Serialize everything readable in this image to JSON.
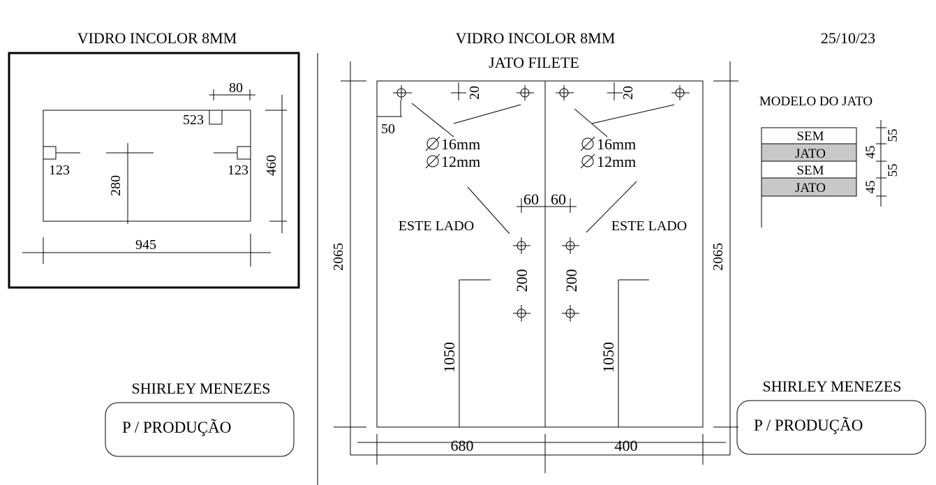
{
  "date": "25/10/23",
  "left_panel": {
    "title": "VIDRO INCOLOR 8MM",
    "dims": {
      "width": "945",
      "height": "460",
      "notch_width": "80",
      "notch_offset": "523",
      "left_notch": "123",
      "right_notch": "123",
      "center_height": "280"
    }
  },
  "main_panel": {
    "title": "VIDRO INCOLOR 8MM",
    "subtitle": "JATO FILETE",
    "dims": {
      "height_left": "2065",
      "height_right": "2065",
      "left_width": "680",
      "right_width": "400",
      "edge_offset": "50",
      "top_offset_left": "20",
      "top_offset_right": "20",
      "center_left": "60",
      "center_right": "60",
      "hole_spacing_left": "200",
      "hole_spacing_right": "200",
      "handle_height_left": "1050",
      "handle_height_right": "1050"
    },
    "hole_sizes_left": [
      "16mm",
      "12mm"
    ],
    "hole_sizes_right": [
      "16mm",
      "12mm"
    ],
    "side_label_left": "ESTE LADO",
    "side_label_right": "ESTE LADO"
  },
  "jet_model": {
    "title": "MODELO DO JATO",
    "rows": [
      {
        "label": "SEM",
        "size": "55",
        "shaded": false
      },
      {
        "label": "JATO",
        "size": "45",
        "shaded": true
      },
      {
        "label": "SEM",
        "size": "55",
        "shaded": false
      },
      {
        "label": "JATO",
        "size": "45",
        "shaded": true
      }
    ]
  },
  "client_left": {
    "name": "SHIRLEY MENEZES",
    "note": "P / PRODUÇÃO"
  },
  "client_right": {
    "name": "SHIRLEY MENEZES",
    "note": "P / PRODUÇÃO"
  },
  "colors": {
    "shade": "#c8c8c8",
    "line": "#000000"
  }
}
